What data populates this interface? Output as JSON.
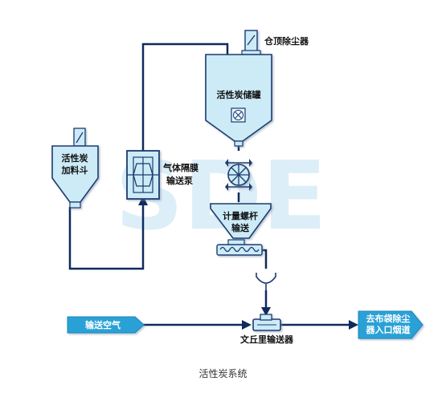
{
  "labels": {
    "roof_collector": "仓顶除尘器",
    "storage_tank": "活性炭储罐",
    "hopper_line1": "活性炭",
    "hopper_line2": "加料斗",
    "pump_line1": "气体隔膜",
    "pump_line2": "输送泵",
    "screw_line1": "计量螺杆",
    "screw_line2": "输送",
    "venturi": "文丘里输送器",
    "air_input": "输送空气",
    "outlet_line1": "去布袋除尘",
    "outlet_line2": "器入口烟道"
  },
  "caption": "活性炭系统",
  "watermark": "SDE",
  "colors": {
    "equipment_fill": "#ccebf7",
    "equipment_stroke": "#1a3a6e",
    "pipe": "#0f2a5c",
    "arrow_fill": "#2aa1d6",
    "watermark": "#c6e3f5"
  }
}
